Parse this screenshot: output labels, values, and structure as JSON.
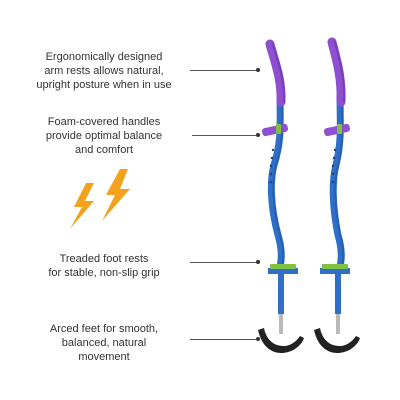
{
  "features": [
    {
      "lines": [
        "Ergonomically designed",
        "arm rests allows natural,",
        "upright posture when in use"
      ]
    },
    {
      "lines": [
        "Foam-covered handles",
        "provide optimal balance",
        "and comfort"
      ]
    },
    {
      "lines": [
        "Treaded foot rests",
        "for stable, non-slip grip"
      ]
    },
    {
      "lines": [
        "Arced feet for smooth,",
        "balanced, natural",
        "movement"
      ]
    }
  ],
  "colors": {
    "text": "#333333",
    "leader": "#555555",
    "tube_blue": "#2f6fc9",
    "tube_blue_dark": "#1f4f9a",
    "foam_purple": "#8e4fd0",
    "foam_purple_dark": "#6b34a8",
    "lightning_orange": "#f3a21d",
    "foot_black": "#222222",
    "ring_green": "#7fc241",
    "metal": "#b9b9b9"
  },
  "icons": {
    "lightning": "lightning-bolt-icon"
  }
}
